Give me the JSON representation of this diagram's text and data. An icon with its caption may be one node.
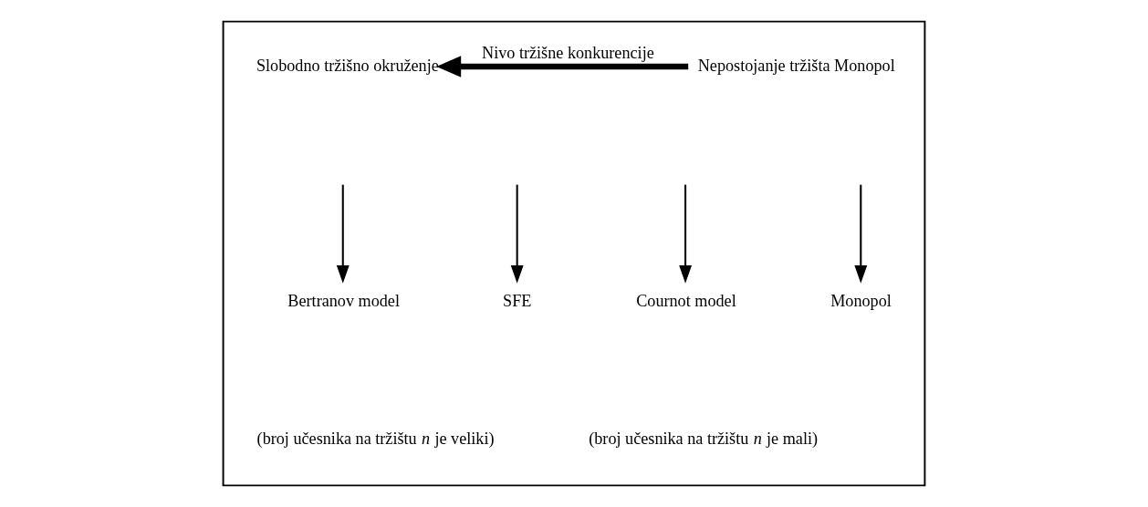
{
  "diagram": {
    "nodes": [
      {
        "text": [],
        "shape": "box"
      },
      {
        "text": [
          "Slobodno tržišno okruženje"
        ],
        "in": 0
      },
      {
        "text": [
          "Nepostojanje tržišta Monopol"
        ],
        "in": 0
      },
      {
        "text": [
          "Bertranov model"
        ],
        "in": 0
      },
      {
        "text": [
          "SFE"
        ],
        "in": 0
      },
      {
        "text": [
          "Cournot model"
        ],
        "in": 0
      },
      {
        "text": [
          "Monopol"
        ],
        "in": 0
      }
    ],
    "edges": [
      {
        "from": 2,
        "to": 1,
        "arrow": "to",
        "label": "Nivo tržišne konkurencije",
        "style": "thick"
      },
      {
        "from": null,
        "to": 3,
        "arrow": "to"
      },
      {
        "from": null,
        "to": 4,
        "arrow": "to"
      },
      {
        "from": null,
        "to": 5,
        "arrow": "to"
      },
      {
        "from": null,
        "to": 6,
        "arrow": "to"
      }
    ],
    "labels": [
      "(broj učesnika na tržištu *n* je veliki)",
      "(broj učesnika na tržištu *n* je mali)"
    ]
  }
}
